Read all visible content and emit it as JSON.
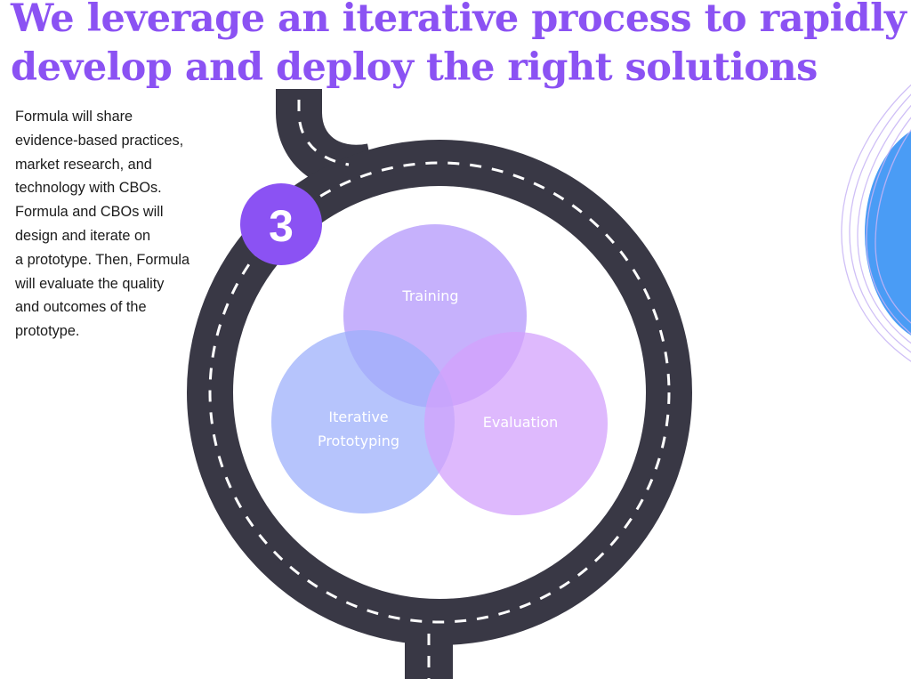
{
  "headline": {
    "line1": "We leverage an iterative process to rapidly",
    "line2": "develop and deploy the right solutions"
  },
  "body": {
    "lines": [
      "Formula will share",
      "evidence-based practices,",
      "market research, and",
      "technology with CBOs.",
      "Formula and CBOs will",
      "design and iterate on",
      "a prototype. Then, Formula",
      "will evaluate the quality",
      "and outcomes of the",
      "prototype."
    ]
  },
  "step": {
    "number": "3"
  },
  "venn": {
    "training": "Training",
    "iterative_line1": "Iterative",
    "iterative_line2": "Prototyping",
    "evaluation": "Evaluation"
  },
  "colors": {
    "headline": "#8b52f3",
    "road": "#393845",
    "road_dash": "#ffffff",
    "badge": "#8b52f3",
    "training_circle": "#c0a8fc",
    "iterative_circle": "#9db0fb",
    "evaluation_circle": "#d3a2fc",
    "decoration_blue": "#4a9cf5",
    "decoration_lines": "#c7b4f5"
  },
  "icons": {
    "road": "winding-road-loop",
    "badge": "number-badge",
    "decoration": "abstract-wave-lines"
  }
}
